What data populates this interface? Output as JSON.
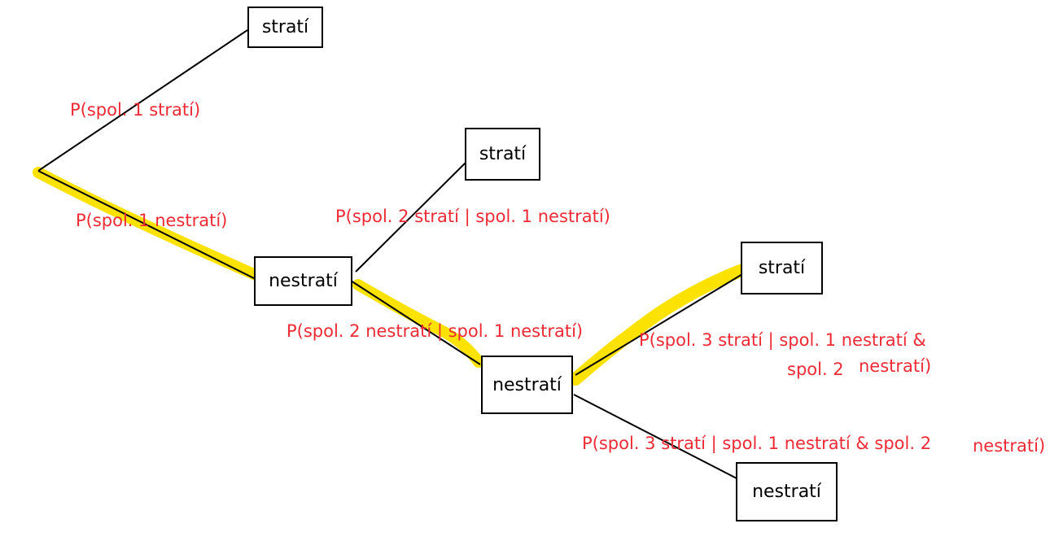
{
  "colors": {
    "edge": "#000000",
    "label": "#ee2a35",
    "highlight": "#fbe200"
  },
  "nodes": {
    "s1": {
      "label": "stratí"
    },
    "s2": {
      "label": "stratí"
    },
    "s3": {
      "label": "stratí"
    },
    "n1": {
      "label": "nestratí"
    },
    "n2": {
      "label": "nestratí"
    },
    "n3": {
      "label": "nestratí"
    }
  },
  "edge_labels": {
    "p1_strati": "P(spol. 1 stratí)",
    "p1_nestrati": "P(spol. 1 nestratí)",
    "p2_strati": "P(spol. 2 stratí | spol. 1 nestratí)",
    "p2_nestrati": "P(spol. 2 nestratí | spol. 1 nestratí)",
    "p3_strati_line1": "P(spol. 3 stratí | spol. 1 nestratí &",
    "p3_strati_line2a": "spol. 2",
    "p3_strati_line2b": "nestratí)",
    "p3_nestrati_a": "P(spol. 3 stratí | spol. 1 nestratí & spol. 2",
    "p3_nestrati_b": "nestratí)"
  }
}
